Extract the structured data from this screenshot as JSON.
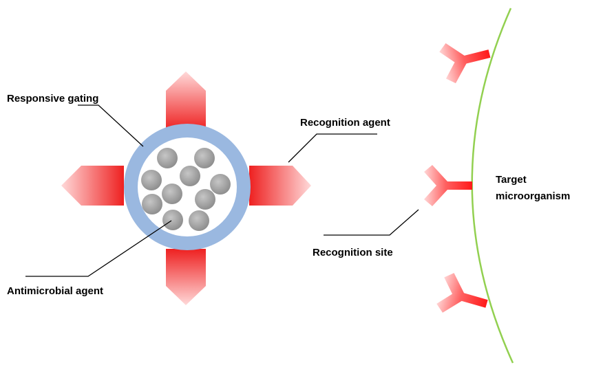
{
  "labels": {
    "responsive_gating": "Responsive gating",
    "recognition_agent": "Recognition agent",
    "antimicrobial_agent": "Antimicrobial agent",
    "recognition_site": "Recognition site",
    "target_line1": "Target",
    "target_line2": "microorganism"
  },
  "colors": {
    "shell": "#9ab8e0",
    "particle": "#a9a9a9",
    "arrow": "#ee2a2a",
    "membrane": "#92d050",
    "receptor": "#ff2020"
  }
}
